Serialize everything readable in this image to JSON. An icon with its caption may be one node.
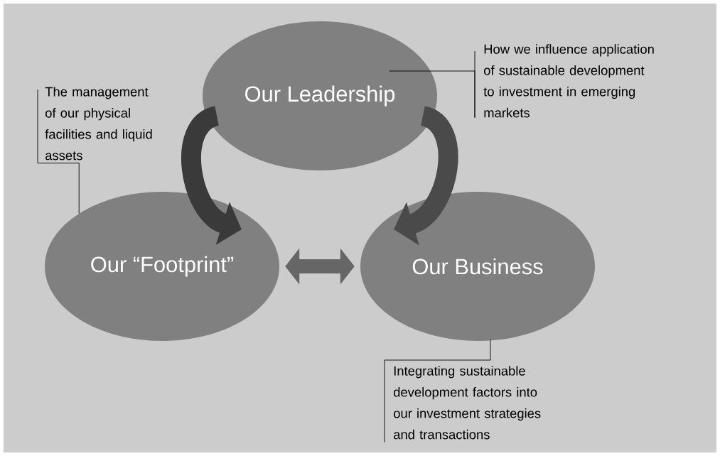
{
  "diagram": {
    "nodes": [
      {
        "text": [
          "Our Leadership"
        ]
      },
      {
        "text": [
          "Our “Footprint”"
        ]
      },
      {
        "text": [
          "Our Business"
        ]
      },
      {
        "text": [
          "The management of our physical facilities and liquid assets"
        ]
      },
      {
        "text": [
          "How we influence application of sustainable development to investment in emerging markets"
        ]
      },
      {
        "text": [
          "Integrating sustainable development factors into our investment strategies and transactions"
        ]
      }
    ],
    "edges": [
      {
        "from": 0,
        "to": 1,
        "arrow": "to",
        "style": "thick",
        "color": "#3a3a3a"
      },
      {
        "from": 0,
        "to": 2,
        "arrow": "to",
        "style": "thick",
        "color": "#4a4a4a"
      },
      {
        "from": 1,
        "to": 2,
        "arrow": "both",
        "style": "thick",
        "color": "#666666"
      },
      {
        "from": 3,
        "to": 1,
        "arrow": "none"
      },
      {
        "from": 4,
        "to": 0,
        "arrow": "none"
      },
      {
        "from": 5,
        "to": 2,
        "arrow": "none"
      }
    ]
  }
}
